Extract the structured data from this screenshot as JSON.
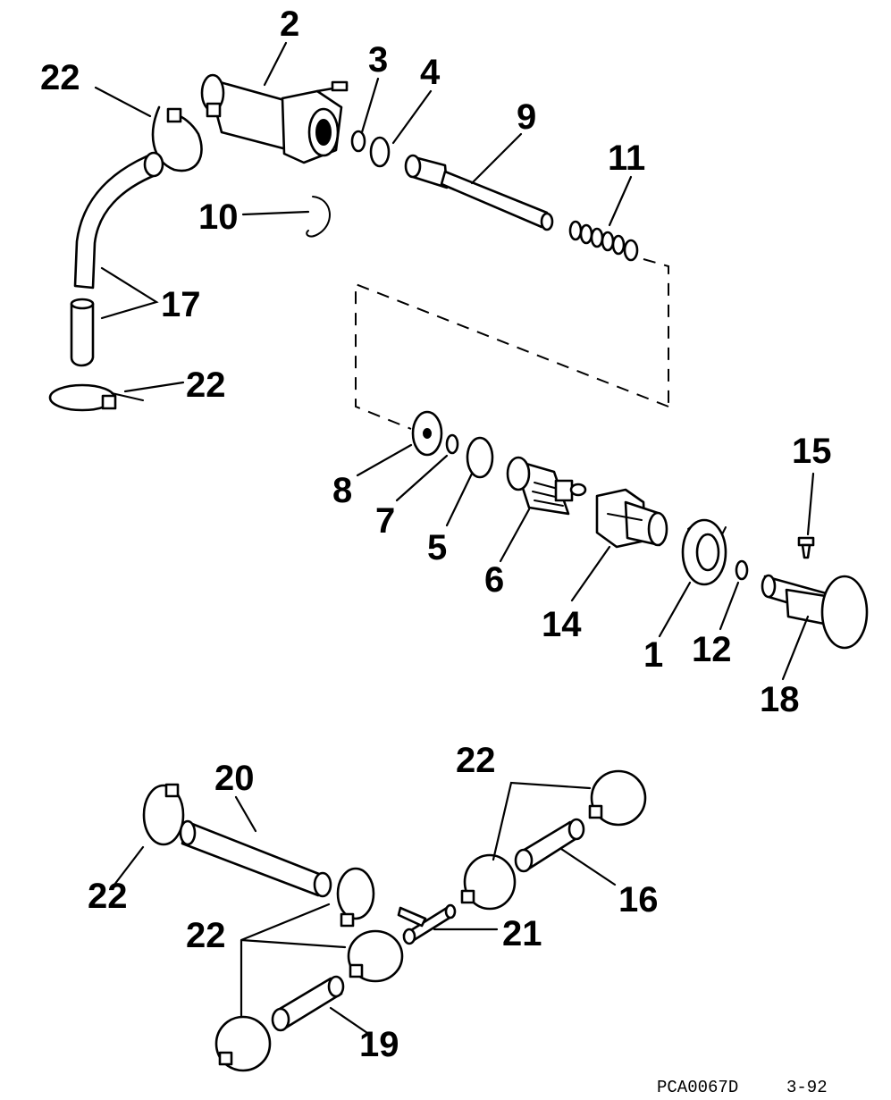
{
  "callouts": {
    "p1": "1",
    "p2": "2",
    "p3": "3",
    "p4": "4",
    "p5": "5",
    "p6": "6",
    "p7": "7",
    "p8": "8",
    "p9": "9",
    "p10": "10",
    "p11": "11",
    "p12": "12",
    "p14": "14",
    "p15": "15",
    "p16": "16",
    "p17": "17",
    "p18": "18",
    "p19": "19",
    "p20": "20",
    "p21": "21",
    "p22": "22"
  },
  "footer": {
    "code": "PCA0067D",
    "date": "3-92"
  }
}
